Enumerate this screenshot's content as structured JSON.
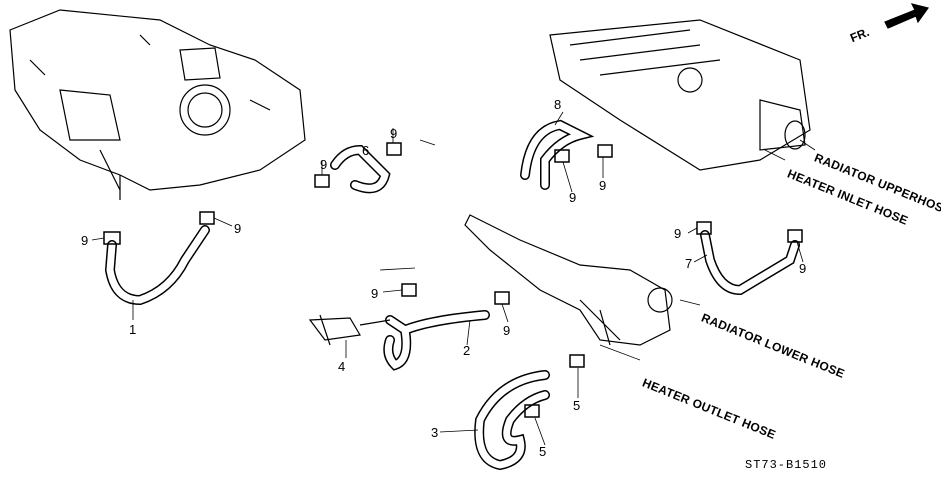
{
  "direction_label": "FR.",
  "hose_labels": {
    "radiator_upper": "RADIATOR UPPERHOSE",
    "heater_inlet": "HEATER INLET HOSE",
    "radiator_lower": "RADIATOR LOWER HOSE",
    "heater_outlet": "HEATER OUTLET HOSE"
  },
  "part_numbers": {
    "p1": "1",
    "p2": "2",
    "p3": "3",
    "p4": "4",
    "p5": "5",
    "p6": "6",
    "p7": "7",
    "p8": "8",
    "p9": "9"
  },
  "diagram_code": "ST73-B1510"
}
